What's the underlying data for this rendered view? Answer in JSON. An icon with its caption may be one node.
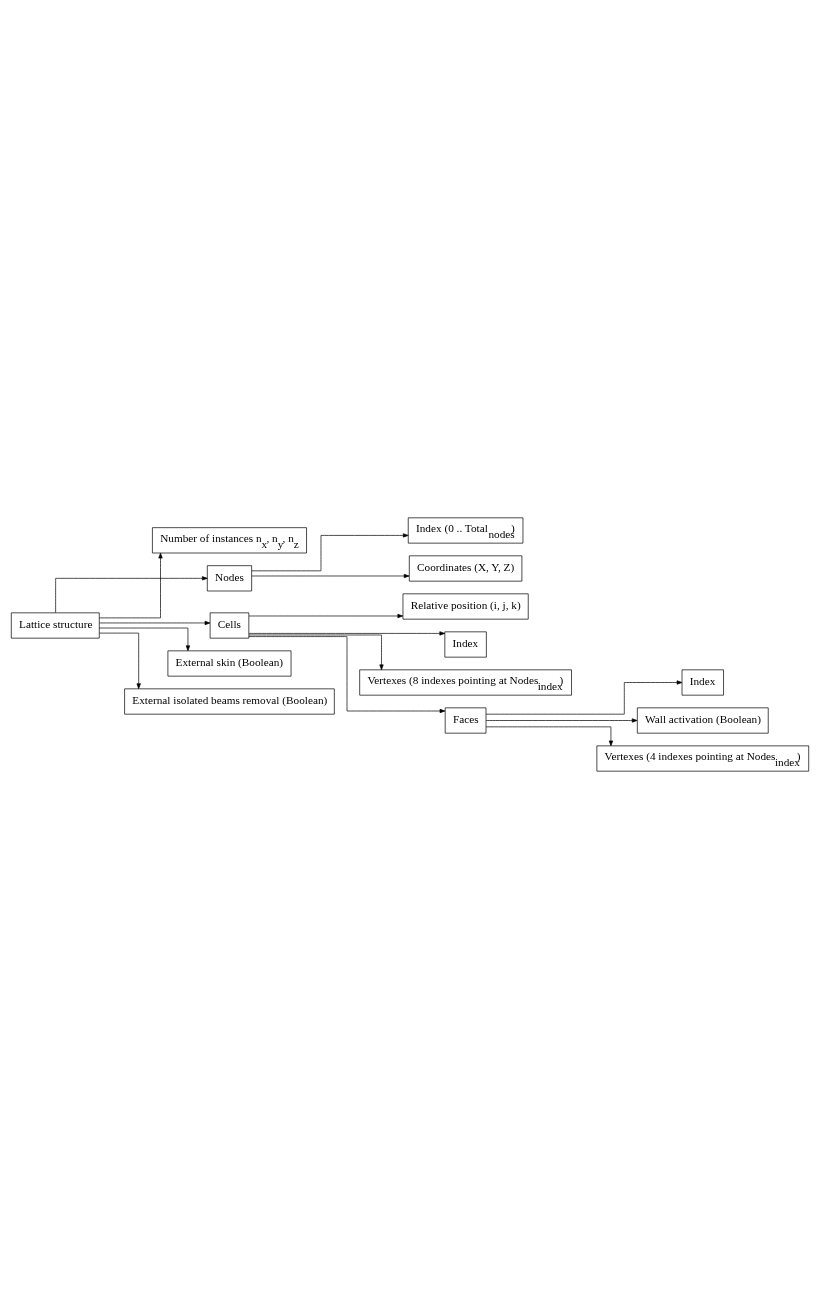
{
  "diagram": {
    "nodes": [
      {
        "text": [
          "Lattice structure"
        ]
      },
      {
        "text": [
          "Number of instances n$_{x}$, n$_{y}$, n$_{z}$"
        ]
      },
      {
        "text": [
          "Nodes"
        ]
      },
      {
        "text": [
          "Index (0 .. Total$_{nodes}$)"
        ]
      },
      {
        "text": [
          "Coordinates (X, Y, Z)"
        ]
      },
      {
        "text": [
          "Cells"
        ]
      },
      {
        "text": [
          "Relative position (i, j, k)"
        ]
      },
      {
        "text": [
          "Index"
        ]
      },
      {
        "text": [
          "Vertexes (8 indexes pointing at Nodes$_{index}$)"
        ]
      },
      {
        "text": [
          "Faces"
        ]
      },
      {
        "text": [
          "Index"
        ]
      },
      {
        "text": [
          "Wall activation (Boolean)"
        ]
      },
      {
        "text": [
          "Vertexes (4 indexes pointing at Nodes$_{index}$)"
        ]
      },
      {
        "text": [
          "External skin (Boolean)"
        ]
      },
      {
        "text": [
          "External isolated beams removal (Boolean)"
        ]
      }
    ],
    "edges": [
      {
        "from": 0,
        "to": 1,
        "arrow": "to"
      },
      {
        "from": 0,
        "to": 2,
        "arrow": "to"
      },
      {
        "from": 2,
        "to": 3,
        "arrow": "to"
      },
      {
        "from": 2,
        "to": 4,
        "arrow": "to"
      },
      {
        "from": 0,
        "to": 5,
        "arrow": "to"
      },
      {
        "from": 5,
        "to": 6,
        "arrow": "to"
      },
      {
        "from": 5,
        "to": 7,
        "arrow": "to"
      },
      {
        "from": 5,
        "to": 8,
        "arrow": "to"
      },
      {
        "from": 5,
        "to": 9,
        "arrow": "to"
      },
      {
        "from": 9,
        "to": 10,
        "arrow": "to"
      },
      {
        "from": 9,
        "to": 11,
        "arrow": "to"
      },
      {
        "from": 9,
        "to": 12,
        "arrow": "to"
      },
      {
        "from": 0,
        "to": 13,
        "arrow": "to"
      },
      {
        "from": 0,
        "to": 14,
        "arrow": "to"
      }
    ]
  }
}
